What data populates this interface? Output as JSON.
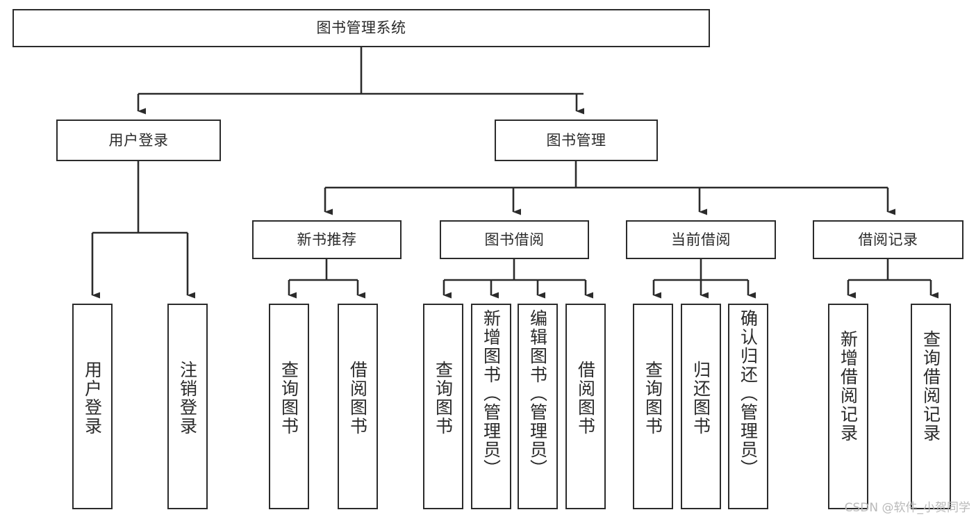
{
  "diagram": {
    "type": "tree-hierarchy-chart",
    "title": "图书管理系统",
    "orientation": "top-down",
    "colors": {
      "box_border": "#2b2b2b",
      "box_fill": "#ffffff",
      "connector": "#2b2b2b",
      "text": "#2a2a2a",
      "watermark": "#b9b9b9",
      "background": "#ffffff"
    }
  },
  "root": {
    "id": "root",
    "label": "图书管理系统"
  },
  "level2": [
    {
      "id": "user-login",
      "label": "用户登录"
    },
    {
      "id": "book-manage",
      "label": "图书管理"
    }
  ],
  "level3": [
    {
      "id": "new-book-recommend",
      "label": "新书推荐",
      "parent": "book-manage"
    },
    {
      "id": "book-borrow",
      "label": "图书借阅",
      "parent": "book-manage"
    },
    {
      "id": "current-borrow",
      "label": "当前借阅",
      "parent": "book-manage"
    },
    {
      "id": "borrow-record",
      "label": "借阅记录",
      "parent": "book-manage"
    }
  ],
  "leaves": [
    {
      "id": "leaf-user-login",
      "label": "用户登录",
      "parent": "user-login"
    },
    {
      "id": "leaf-user-logout",
      "label": "注销登录",
      "parent": "user-login"
    },
    {
      "id": "leaf-query-book-1",
      "label": "查询图书",
      "parent": "new-book-recommend"
    },
    {
      "id": "leaf-borrow-book-1",
      "label": "借阅图书",
      "parent": "new-book-recommend"
    },
    {
      "id": "leaf-query-book-2",
      "label": "查询图书",
      "parent": "book-borrow"
    },
    {
      "id": "leaf-add-book",
      "label": "新增图书（管理员）",
      "parent": "book-borrow"
    },
    {
      "id": "leaf-edit-book",
      "label": "编辑图书（管理员）",
      "parent": "book-borrow"
    },
    {
      "id": "leaf-borrow-book-2",
      "label": "借阅图书",
      "parent": "book-borrow"
    },
    {
      "id": "leaf-query-book-3",
      "label": "查询图书",
      "parent": "current-borrow"
    },
    {
      "id": "leaf-return-book",
      "label": "归还图书",
      "parent": "current-borrow"
    },
    {
      "id": "leaf-confirm-return",
      "label": "确认归还（管理员）",
      "parent": "current-borrow"
    },
    {
      "id": "leaf-add-record",
      "label": "新增借阅记录",
      "parent": "borrow-record"
    },
    {
      "id": "leaf-query-record",
      "label": "查询借阅记录",
      "parent": "borrow-record"
    }
  ],
  "watermark": {
    "text": "CSDN @软件_小贺同学"
  }
}
